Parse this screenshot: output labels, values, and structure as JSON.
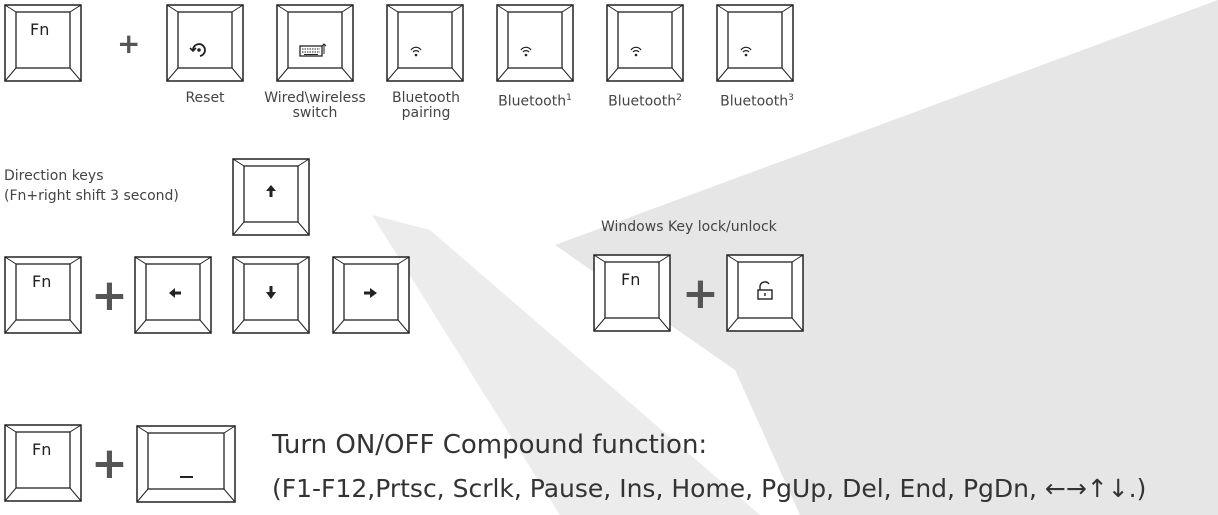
{
  "row1": {
    "fn_label": "Fn",
    "plus": "+",
    "keys": [
      {
        "icon": "reset-icon",
        "caption": "Reset"
      },
      {
        "icon": "keyboard-switch-icon",
        "caption": "Wired\\wireless switch"
      },
      {
        "icon": "wifi-icon",
        "caption": "Bluetooth pairing"
      },
      {
        "icon": "wifi-icon",
        "caption": "Bluetooth",
        "sup": "1"
      },
      {
        "icon": "wifi-icon",
        "caption": "Bluetooth",
        "sup": "2"
      },
      {
        "icon": "wifi-icon",
        "caption": "Bluetooth",
        "sup": "3"
      }
    ]
  },
  "direction": {
    "label_line1": "Direction keys",
    "label_line2": "(Fn+right shift 3 second)",
    "fn_label": "Fn",
    "plus": "+"
  },
  "windows_lock": {
    "label": "Windows Key lock/unlock",
    "fn_label": "Fn",
    "plus": "+",
    "icon": "unlock-icon"
  },
  "compound": {
    "fn_label": "Fn",
    "plus": "+",
    "line1": "Turn ON/OFF Compound function:",
    "line2": "(F1-F12,Prtsc, Scrlk, Pause, Ins, Home, PgUp, Del,  End, PgDn, ←→↑↓.)"
  },
  "colors": {
    "background_shape": "#e6e6e6",
    "key_outline": "#222222"
  }
}
